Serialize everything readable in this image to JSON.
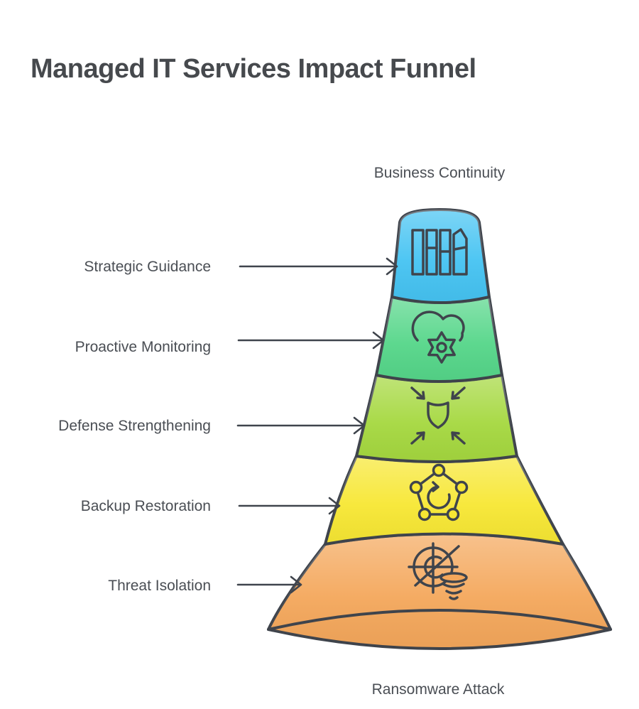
{
  "title": "Managed IT Services Impact Funnel",
  "funnel": {
    "top_outcome": "Business Continuity",
    "bottom_threat": "Ransomware Attack",
    "stages": [
      {
        "label": "Strategic Guidance",
        "icon": "books-archive-icon",
        "color": "#45C3F2"
      },
      {
        "label": "Proactive Monitoring",
        "icon": "cloud-gear-icon",
        "color": "#55D689"
      },
      {
        "label": "Defense Strengthening",
        "icon": "shield-converging-arrows-icon",
        "color": "#A5D83F"
      },
      {
        "label": "Backup Restoration",
        "icon": "pentagon-restore-icon",
        "color": "#F7E733"
      },
      {
        "label": "Threat Isolation",
        "icon": "radar-vortex-icon",
        "color": "#F4A75B"
      }
    ]
  },
  "colors": {
    "outline": "#3F444C",
    "title_text": "#46494D",
    "label_text": "#4A4E54",
    "background": "#FFFFFF"
  }
}
